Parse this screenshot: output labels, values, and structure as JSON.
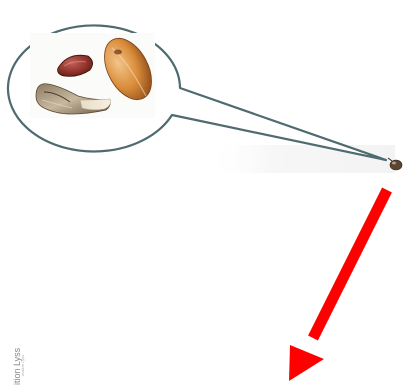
{
  "diagram": {
    "callout": {
      "subject": "seed-parts",
      "stroke_color": "#4f6b70",
      "fill_color": "#ffffff"
    },
    "target": {
      "subject": "tiny-seed",
      "fill_color": "#4a3a2a"
    },
    "arrow": {
      "direction": "down-left",
      "color": "#ff0000"
    },
    "credit": {
      "main_text": "ition Lyss",
      "sub_text": "mation Lyss"
    }
  }
}
